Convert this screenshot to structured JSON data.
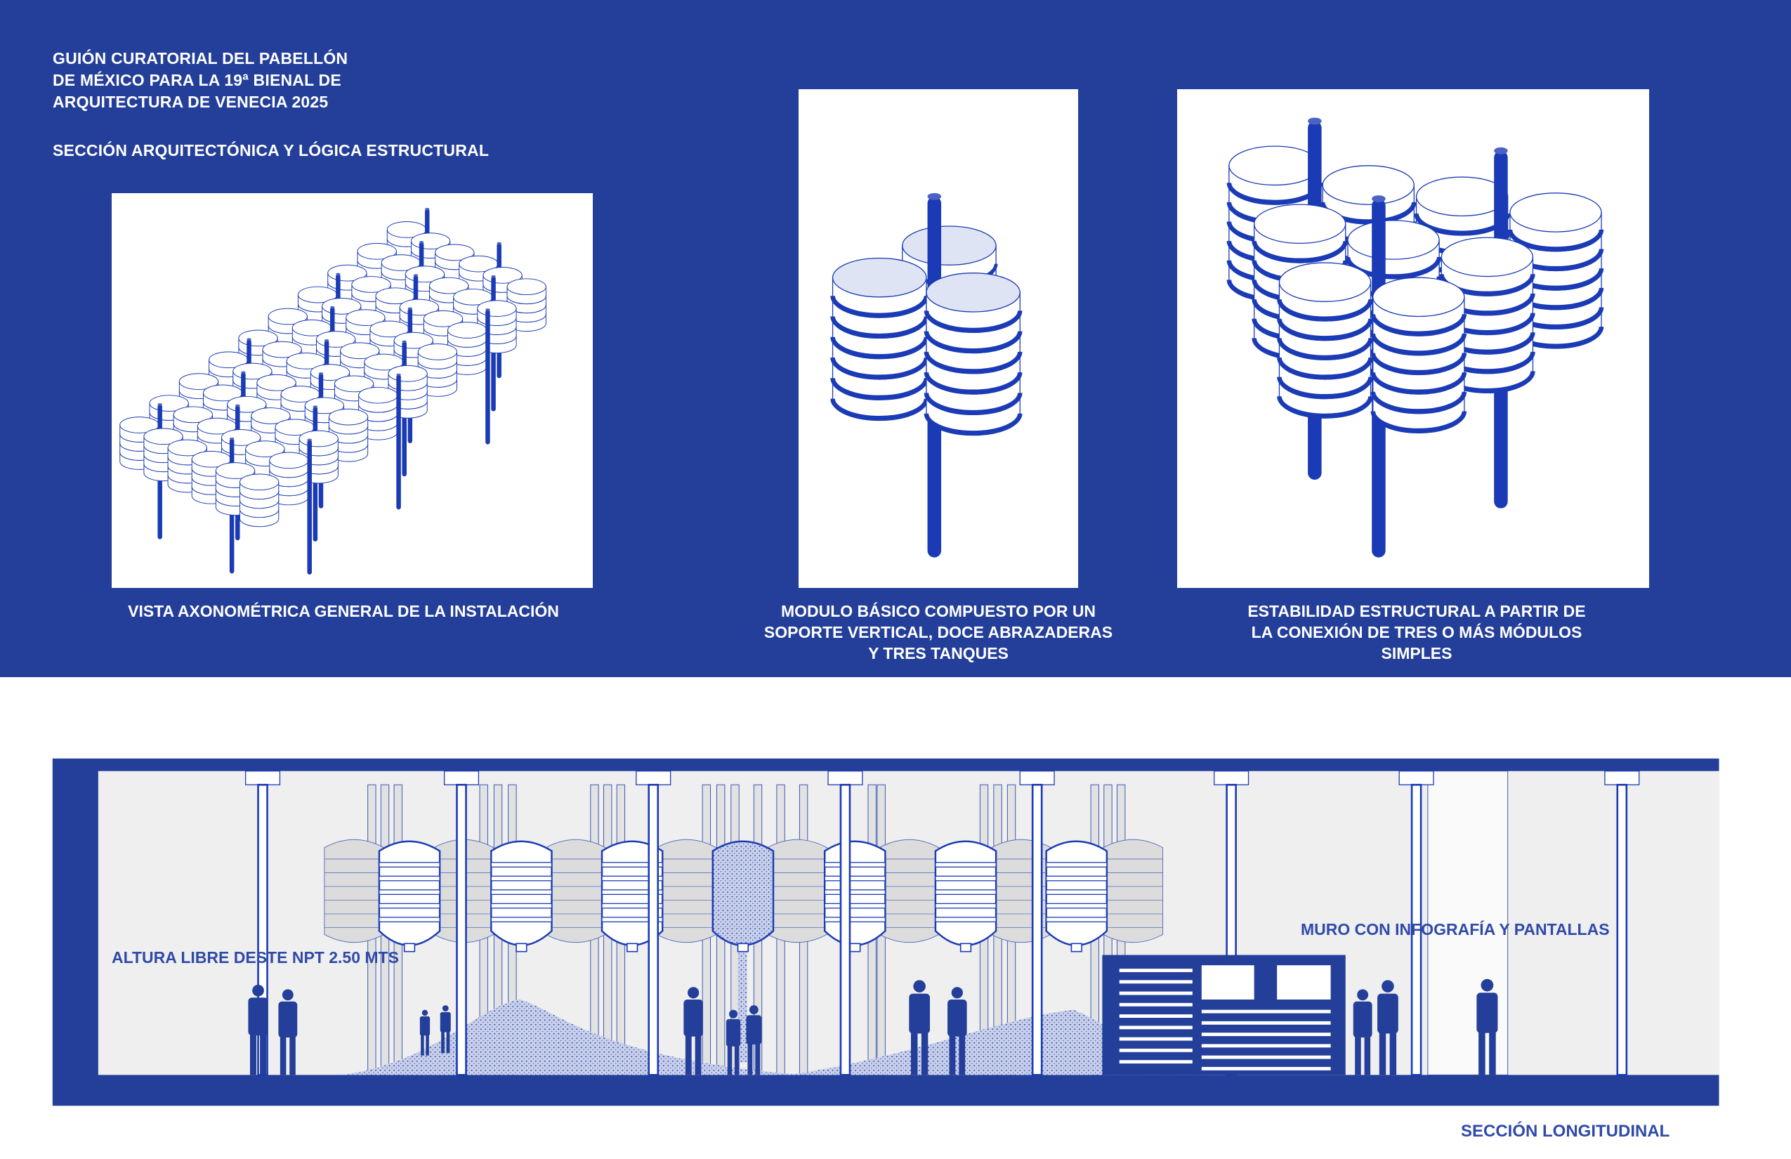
{
  "header": {
    "title_lines": [
      "GUIÓN CURATORIAL DEL PABELLÓN",
      "DE MÉXICO PARA LA 19ª BIENAL DE",
      "ARQUITECTURA DE VENECIA 2025"
    ],
    "subtitle": "SECCIÓN ARQUITECTÓNICA Y LÓGICA ESTRUCTURAL"
  },
  "panels": [
    {
      "caption_lines": [
        "VISTA AXONOMÉTRICA GENERAL DE LA INSTALACIÓN"
      ]
    },
    {
      "caption_lines": [
        "MODULO BÁSICO COMPUESTO POR UN",
        "SOPORTE VERTICAL, DOCE ABRAZADERAS",
        "Y TRES TANQUES"
      ]
    },
    {
      "caption_lines": [
        "ESTABILIDAD ESTRUCTURAL A PARTIR DE",
        "LA CONEXIÓN DE TRES O MÁS MÓDULOS",
        "SIMPLES"
      ]
    }
  ],
  "section": {
    "height_label": "ALTURA LIBRE DESTE  NPT 2.50 MTS",
    "wall_label": "MURO CON INFOGRAFÍA Y PANTALLAS",
    "title": "SECCIÓN LONGITUDINAL"
  },
  "colors": {
    "band": "#243f99",
    "ink": "#1a3bb5",
    "tank_fill": "#dfe4f4",
    "section_bg": "#efefef"
  }
}
